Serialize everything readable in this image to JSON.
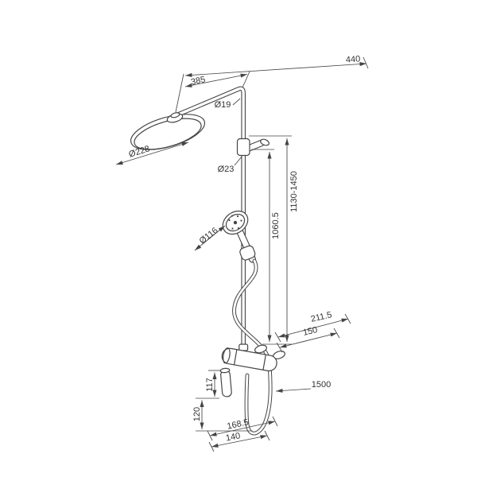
{
  "colors": {
    "line": "#454545",
    "text": "#333333",
    "background": "#ffffff"
  },
  "dimensions": {
    "arm_length": "440",
    "arm_projection": "385",
    "pipe_diameter": "Ø19",
    "head_diameter": "Ø228",
    "slider_diameter": "Ø23",
    "height_range": "1130-1450",
    "riser_height": "1060.5",
    "handshower_diameter": "Ø116",
    "offset_total": "211.5",
    "connection_spacing": "150",
    "hose_length": "1500",
    "handle_drop": "117",
    "bottom_clearance": "120",
    "body_length_total": "168.5",
    "body_length": "140"
  }
}
